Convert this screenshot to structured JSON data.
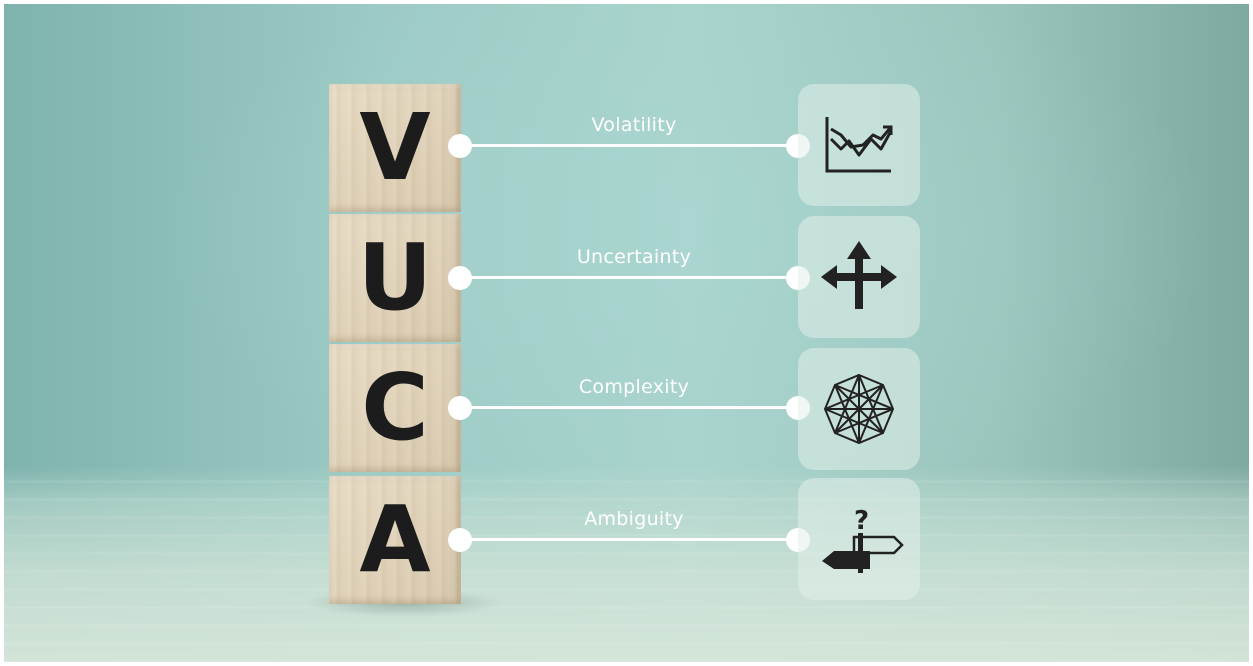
{
  "vuca": {
    "letters": [
      "V",
      "U",
      "C",
      "A"
    ],
    "labels": [
      "Volatility",
      "Uncertainty",
      "Complexity",
      "Ambiguity"
    ],
    "icons": [
      "volatile-chart-icon",
      "crossroads-arrows-icon",
      "complex-network-icon",
      "question-signpost-icon"
    ]
  },
  "colors": {
    "background": "#9fcdc7",
    "wood": "#e2d3b7",
    "letter": "#1c1c1c",
    "connector": "#ffffff",
    "icon": "#222222"
  }
}
